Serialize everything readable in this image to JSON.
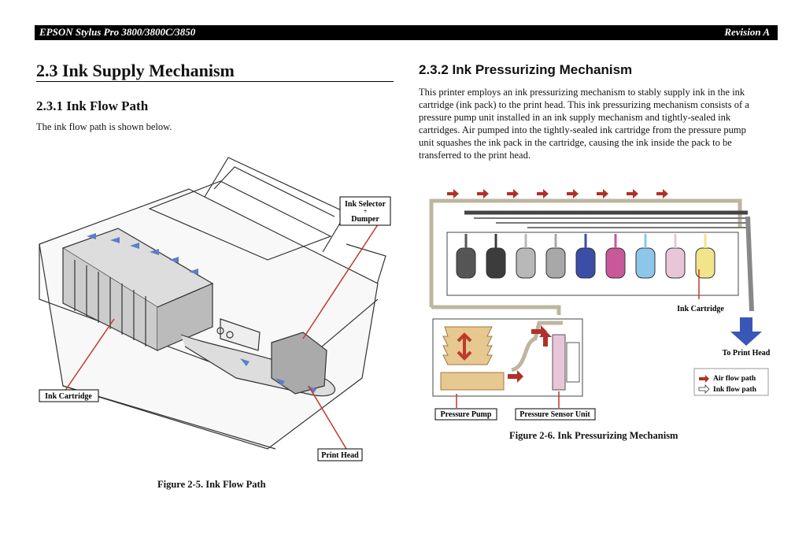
{
  "header": {
    "title": "EPSON Stylus Pro 3800/3800C/3850",
    "revision": "Revision A"
  },
  "section": {
    "number_title": "2.3  Ink Supply Mechanism"
  },
  "flow": {
    "heading": "2.3.1  Ink Flow Path",
    "intro": "The ink flow path is shown below.",
    "labels": {
      "ink_selector_1": "Ink Selector",
      "ink_selector_2": "+",
      "ink_selector_3": "Dumper",
      "ink_cartridge": "Ink Cartridge",
      "print_head": "Print Head"
    },
    "caption": "Figure 2-5.  Ink Flow Path"
  },
  "pressure": {
    "heading": "2.3.2  Ink Pressurizing Mechanism",
    "paragraph": [
      "This printer employs an ink pressurizing mechanism to stably supply ink in the ink",
      "cartridge (ink pack) to the print head. This ink pressurizing mechanism consists of a",
      "pressure pump unit installed in an ink supply mechanism and tightly-sealed ink",
      "cartridges. Air pumped into the tightly-sealed ink cartridge from the pressure pump",
      "unit squashes the ink pack in the cartridge, causing the ink inside the pack to be",
      "transferred to the print head."
    ],
    "labels": {
      "ink_cartridge": "Ink Cartridge",
      "to_print_head": "To Print Head",
      "pressure_pump": "Pressure Pump",
      "pressure_sensor_unit": "Pressure Sensor Unit"
    },
    "legend": {
      "air": "Air flow path",
      "ink": "Ink flow path"
    },
    "colors": {
      "air_arrow": "#b0302a",
      "blue_arrow": "#3a57b8",
      "cartridges": [
        "#555555",
        "#3c3c3c",
        "#b8b8b8",
        "#a8a8a8",
        "#3a4ea8",
        "#c8589a",
        "#8ec6ea",
        "#e8c6d8",
        "#f2e48a"
      ]
    },
    "caption": "Figure 2-6.  Ink Pressurizing Mechanism"
  }
}
